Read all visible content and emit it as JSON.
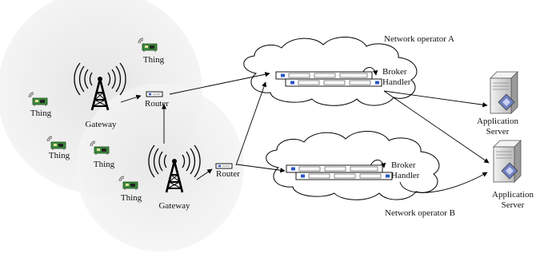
{
  "labels": {
    "thing": "Thing",
    "gateway": "Gateway",
    "router": "Router",
    "broker": "Broker",
    "handler": "Handler",
    "application": "Application",
    "server": "Server",
    "operator_a": "Network operator A",
    "operator_b": "Network operator B"
  },
  "colors": {
    "coverage": "#ececec",
    "line": "#000000",
    "port": "#2a56c6",
    "thing_board": "#3c8a3c",
    "server_body": "#d8d8d8",
    "server_badge": "#6f7fc0"
  }
}
